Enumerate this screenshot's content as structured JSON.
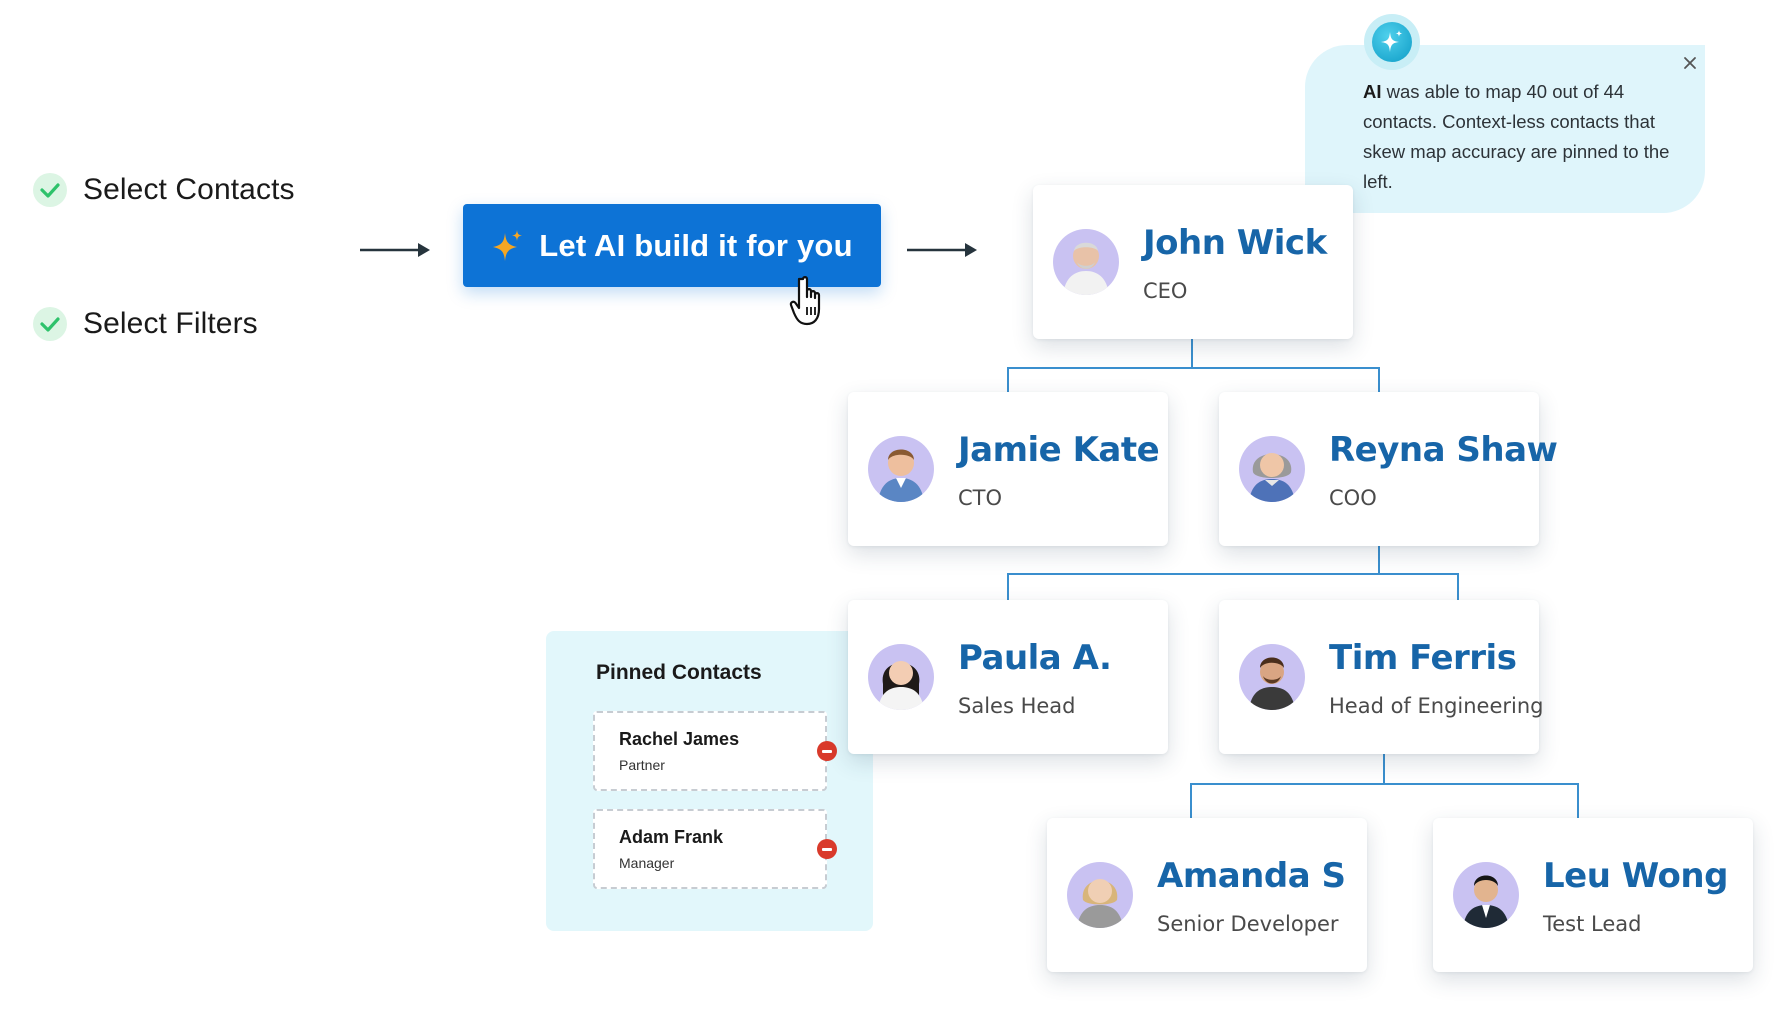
{
  "steps": [
    {
      "label": "Select Contacts"
    },
    {
      "label": "Select Filters"
    }
  ],
  "ai_button": {
    "label": "Let AI build it for you",
    "icon": "sparkle-icon"
  },
  "tooltip": {
    "bold": "AI",
    "text": " was able to map 40 out of 44 contacts. Context-less contacts that skew map accuracy are pinned to the left.",
    "icon": "sparkle-icon"
  },
  "org_chart": [
    {
      "name": "John Wick",
      "role": "CEO"
    },
    {
      "name": "Jamie Kate",
      "role": "CTO"
    },
    {
      "name": "Reyna Shaw",
      "role": "COO"
    },
    {
      "name": "Paula A.",
      "role": "Sales Head"
    },
    {
      "name": "Tim Ferris",
      "role": "Head of Engineering"
    },
    {
      "name": "Amanda S",
      "role": "Senior Developer"
    },
    {
      "name": "Leu Wong",
      "role": "Test Lead"
    }
  ],
  "pinned": {
    "title": "Pinned Contacts",
    "contacts": [
      {
        "name": "Rachel James",
        "role": "Partner"
      },
      {
        "name": "Adam Frank",
        "role": "Manager"
      }
    ]
  },
  "colors": {
    "accent": "#0d73d6",
    "name": "#1765a8",
    "connector": "#3a8fce",
    "panel": "#e2f7fb",
    "check": "#2ec26b",
    "remove": "#d93a2b"
  }
}
